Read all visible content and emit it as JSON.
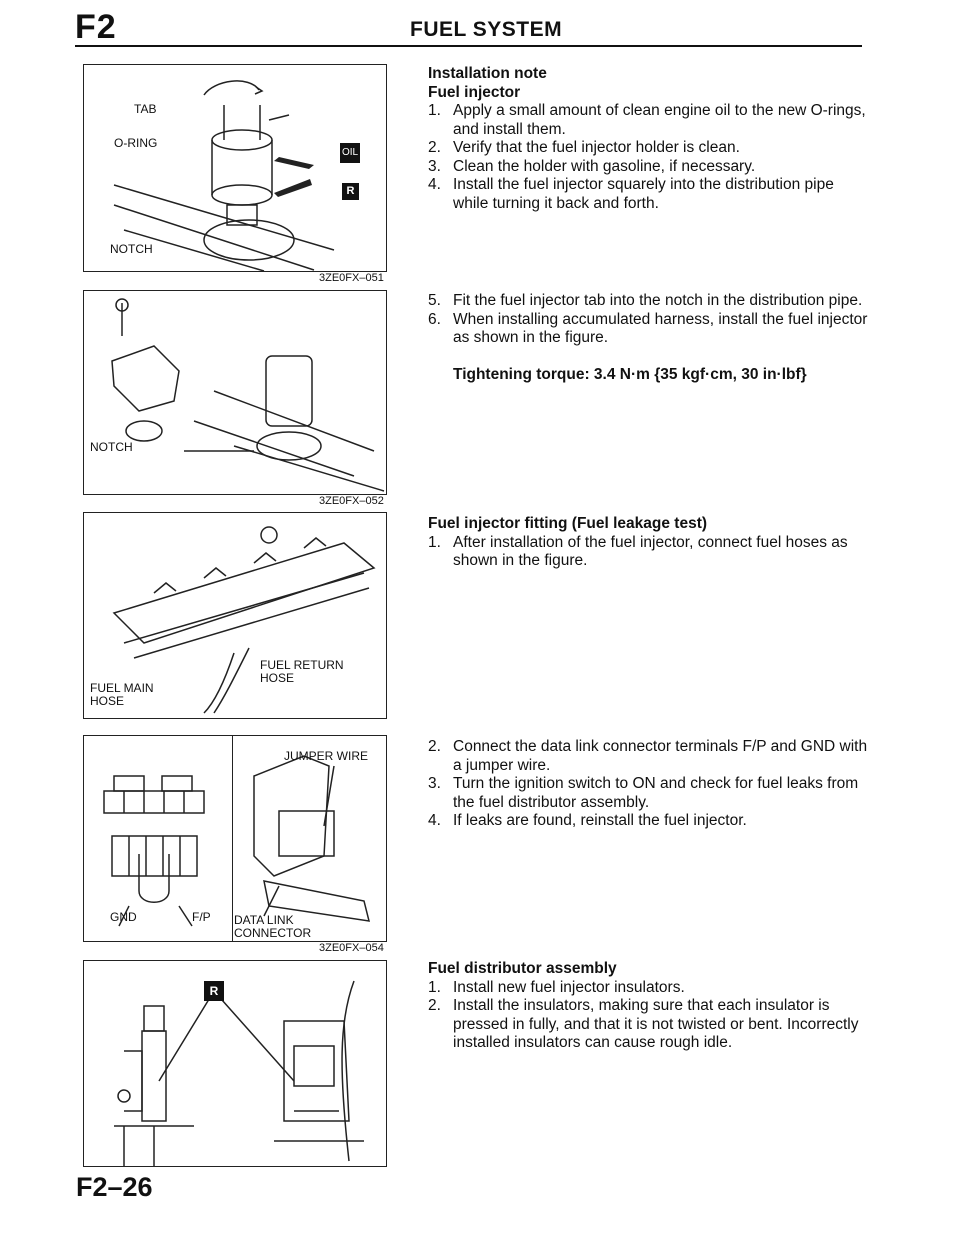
{
  "header": {
    "section_code": "F2",
    "title": "FUEL SYSTEM"
  },
  "footer": {
    "page_number": "F2–26"
  },
  "figures": {
    "fig1": {
      "labels": {
        "tab": "TAB",
        "oring": "O-RING",
        "notch": "NOTCH",
        "oil": "OIL",
        "r": "R"
      },
      "code": "3ZE0FX–051"
    },
    "fig2": {
      "labels": {
        "notch": "NOTCH"
      },
      "code": "3ZE0FX–052"
    },
    "fig3": {
      "labels": {
        "fuel_return_hose_1": "FUEL RETURN",
        "fuel_return_hose_2": "HOSE",
        "fuel_main_hose_1": "FUEL MAIN",
        "fuel_main_hose_2": "HOSE"
      }
    },
    "fig4": {
      "labels": {
        "jumper_wire": "JUMPER WIRE",
        "gnd": "GND",
        "fp": "F/P",
        "data_link_1": "DATA LINK",
        "data_link_2": "CONNECTOR"
      },
      "code": "3ZE0FX–054"
    },
    "fig5": {
      "labels": {
        "r": "R"
      }
    }
  },
  "sections": {
    "s1": {
      "heading1": "Installation note",
      "heading2": "Fuel injector",
      "steps": [
        {
          "num": "1.",
          "text": "Apply a small amount of clean engine oil to the new O-rings, and install them."
        },
        {
          "num": "2.",
          "text": "Verify that the fuel injector holder is clean."
        },
        {
          "num": "3.",
          "text": "Clean the holder with gasoline, if necessary."
        },
        {
          "num": "4.",
          "text": "Install the fuel injector squarely into the distribution pipe while turning it back and forth."
        }
      ]
    },
    "s2": {
      "steps": [
        {
          "num": "5.",
          "text": "Fit the fuel injector tab into the notch in the distribution pipe."
        },
        {
          "num": "6.",
          "text": "When installing accumulated harness, install the fuel injector as shown in the figure."
        }
      ],
      "torque": "Tightening torque: 3.4 N·m {35 kgf·cm, 30 in·lbf}"
    },
    "s3": {
      "heading": "Fuel injector fitting (Fuel leakage test)",
      "steps": [
        {
          "num": "1.",
          "text": "After installation of the fuel injector, connect fuel hoses as shown in the figure."
        }
      ]
    },
    "s4": {
      "steps": [
        {
          "num": "2.",
          "text": "Connect the data link connector terminals F/P and GND with a jumper wire."
        },
        {
          "num": "3.",
          "text": "Turn the ignition switch to ON and check for fuel leaks from the fuel distributor assembly."
        },
        {
          "num": "4.",
          "text": "If leaks are found, reinstall the fuel injector."
        }
      ]
    },
    "s5": {
      "heading": "Fuel distributor assembly",
      "steps": [
        {
          "num": "1.",
          "text": "Install new fuel injector insulators."
        },
        {
          "num": "2.",
          "text": "Install the insulators, making sure that each insulator is pressed in fully, and that it is not twisted or bent. Incorrectly installed insulators can cause rough idle."
        }
      ]
    }
  }
}
